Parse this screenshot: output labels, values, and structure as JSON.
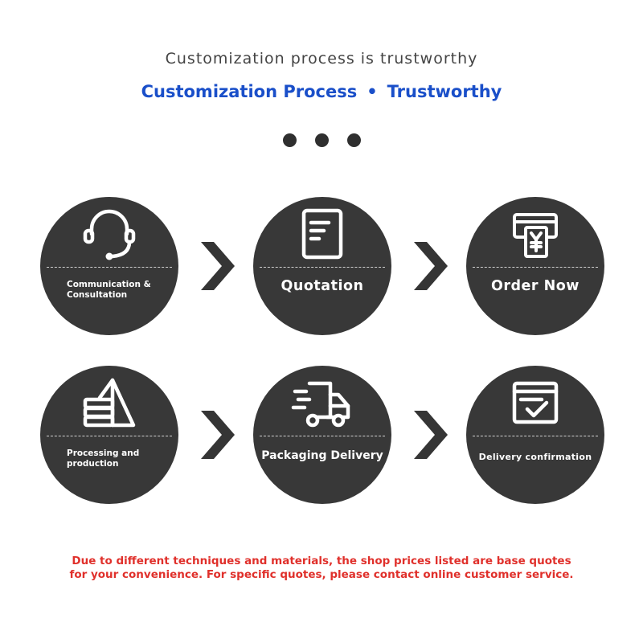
{
  "header": {
    "subtitle": "Customization process is trustworthy",
    "title_part1": "Customization Process",
    "title_sep": "•",
    "title_part2": "Trustworthy"
  },
  "steps": [
    {
      "label": "Communication & Consultation",
      "icon": "headset-icon"
    },
    {
      "label": "Quotation",
      "icon": "document-icon"
    },
    {
      "label": "Order Now",
      "icon": "payment-icon"
    },
    {
      "label": "Processing and production",
      "icon": "production-icon"
    },
    {
      "label": "Packaging Delivery",
      "icon": "truck-icon"
    },
    {
      "label": "Delivery confirmation",
      "icon": "confirmation-icon"
    }
  ],
  "notice": {
    "line1": "Due to different techniques and materials, the shop prices listed are base quotes",
    "line2": "for your convenience. For specific quotes, please contact online customer service."
  },
  "colors": {
    "circle": "#383838",
    "title": "#1a4fc9",
    "notice": "#e0302b",
    "subtitle": "#444444"
  }
}
